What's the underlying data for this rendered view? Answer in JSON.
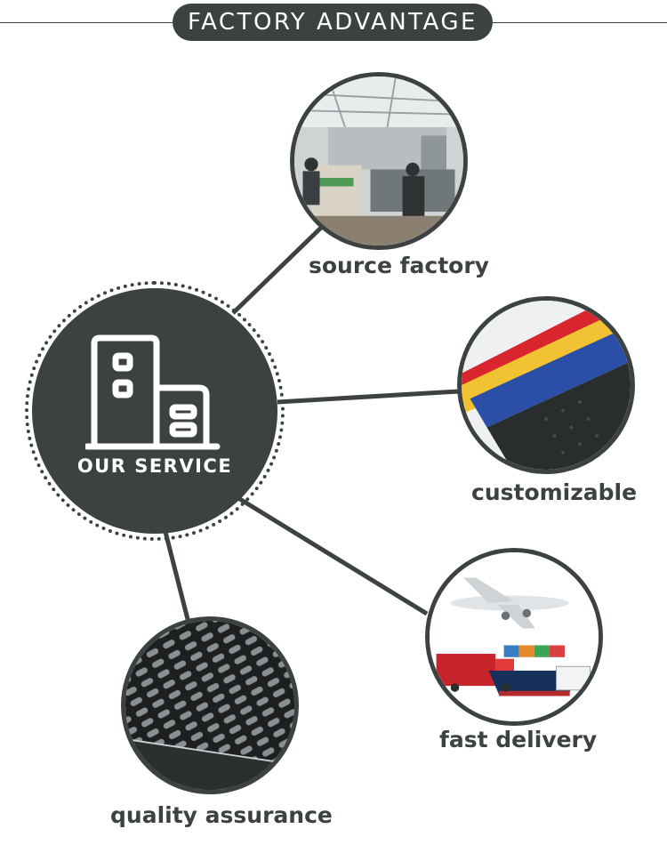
{
  "header": {
    "title": "FACTORY ADVANTAGE"
  },
  "hub": {
    "label": "OUR SERVICE",
    "icon": "building-icon"
  },
  "features": [
    {
      "label": "source factory",
      "icon": "factory-photo"
    },
    {
      "label": "customizable",
      "icon": "bar-mat-photo"
    },
    {
      "label": "fast delivery",
      "icon": "transport-photo"
    },
    {
      "label": "quality assurance",
      "icon": "mat-texture-photo"
    }
  ],
  "colors": {
    "primary": "#3c4142",
    "background": "#ffffff"
  }
}
